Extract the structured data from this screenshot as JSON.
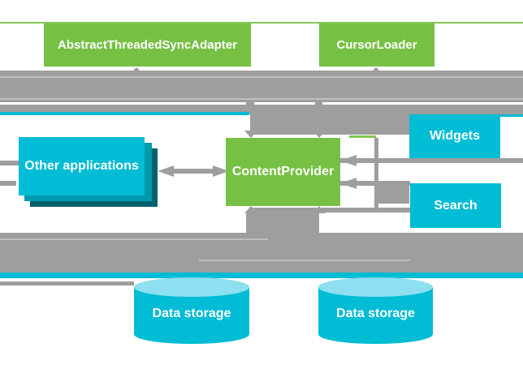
{
  "colors": {
    "green": "#76C043",
    "cyan": "#00BCD4",
    "cyan_light": "#8CE0F0",
    "teal_shadow": "#0099AE",
    "teal_shadow_dark": "#00626C",
    "gray": "#9E9E9E",
    "gray_light_line": "#C9C9C9",
    "label_text": "#FFFFFF"
  },
  "nodes": {
    "sync_adapter": {
      "label": "AbstractThreadedSyncAdapter"
    },
    "cursor_loader": {
      "label": "CursorLoader"
    },
    "content_provider": {
      "label": "ContentProvider"
    },
    "other_applications": {
      "label": "Other applications"
    },
    "widgets": {
      "label": "Widgets"
    },
    "search": {
      "label": "Search"
    },
    "data_storage_left": {
      "label": "Data storage"
    },
    "data_storage_right": {
      "label": "Data storage"
    }
  }
}
